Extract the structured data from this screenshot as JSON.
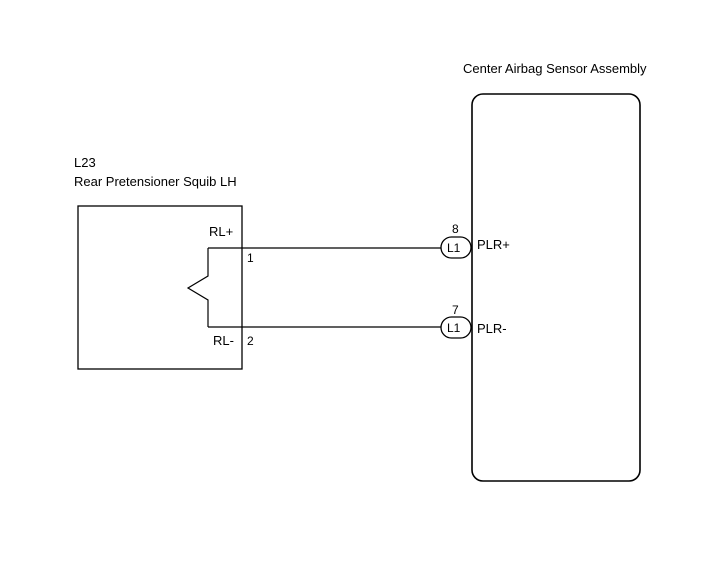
{
  "left_component": {
    "code": "L23",
    "name": "Rear Pretensioner Squib LH",
    "terminals": [
      {
        "name": "RL+",
        "pin": "1"
      },
      {
        "name": "RL-",
        "pin": "2"
      }
    ]
  },
  "right_component": {
    "name": "Center Airbag Sensor Assembly",
    "terminals": [
      {
        "name": "PLR+",
        "pin": "8",
        "connector": "L1"
      },
      {
        "name": "PLR-",
        "pin": "7",
        "connector": "L1"
      }
    ]
  },
  "colors": {
    "line": "#000000",
    "background": "#ffffff"
  }
}
